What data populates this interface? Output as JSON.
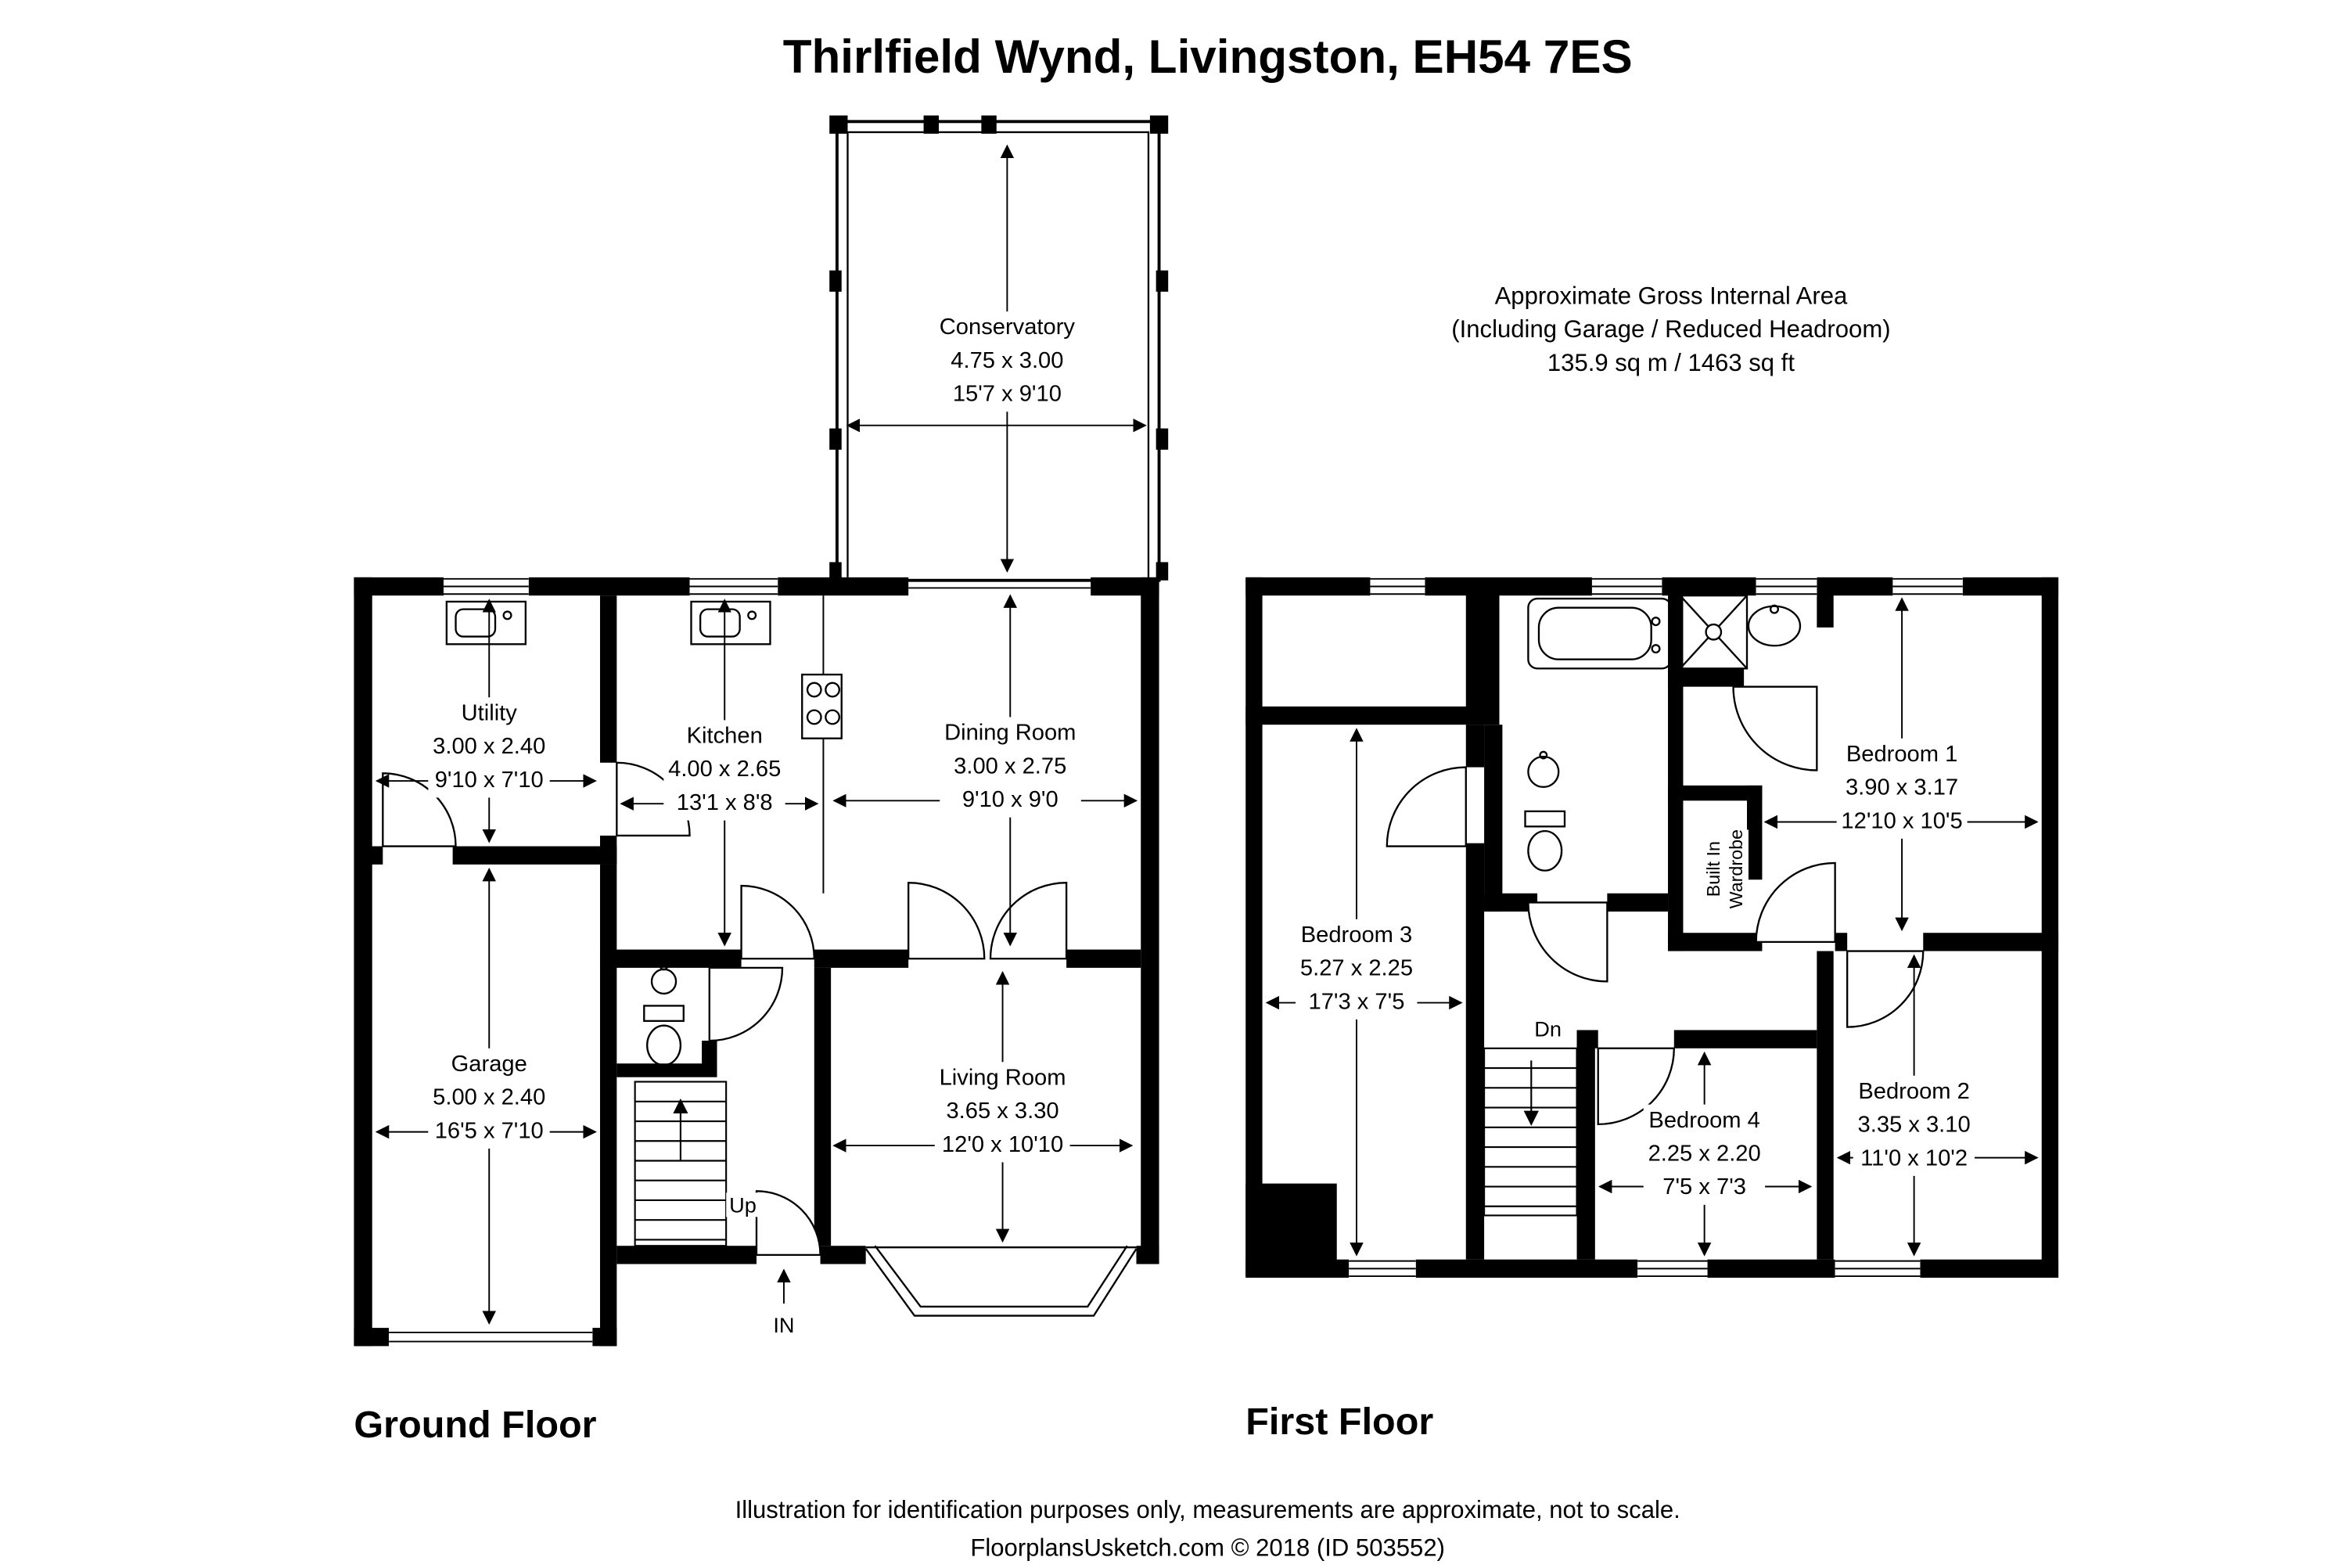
{
  "title": "Thirlfield Wynd, Livingston, EH54 7ES",
  "area_note": {
    "line1": "Approximate Gross Internal Area",
    "line2": "(Including Garage / Reduced Headroom)",
    "line3": "135.9 sq m / 1463 sq ft"
  },
  "ground_floor": {
    "label": "Ground Floor",
    "rooms": [
      {
        "name": "Conservatory",
        "metric": "4.75 x 3.00",
        "imperial": "15'7 x 9'10"
      },
      {
        "name": "Utility",
        "metric": "3.00 x 2.40",
        "imperial": "9'10 x 7'10"
      },
      {
        "name": "Kitchen",
        "metric": "4.00 x 2.65",
        "imperial": "13'1 x 8'8"
      },
      {
        "name": "Dining Room",
        "metric": "3.00 x 2.75",
        "imperial": "9'10 x 9'0"
      },
      {
        "name": "Garage",
        "metric": "5.00 x 2.40",
        "imperial": "16'5 x 7'10"
      },
      {
        "name": "Living Room",
        "metric": "3.65 x 3.30",
        "imperial": "12'0 x 10'10"
      }
    ],
    "stairs_label": "Up",
    "entrance_label": "IN"
  },
  "first_floor": {
    "label": "First Floor",
    "rooms": [
      {
        "name": "Bedroom 1",
        "metric": "3.90 x 3.17",
        "imperial": "12'10 x 10'5"
      },
      {
        "name": "Bedroom 3",
        "metric": "5.27 x 2.25",
        "imperial": "17'3 x 7'5"
      },
      {
        "name": "Bedroom 2",
        "metric": "3.35 x 3.10",
        "imperial": "11'0 x 10'2"
      },
      {
        "name": "Bedroom 4",
        "metric": "2.25 x 2.20",
        "imperial": "7'5 x 7'3"
      }
    ],
    "wardrobe_label": {
      "line1": "Built In",
      "line2": "Wardrobe"
    },
    "stairs_label": "Dn"
  },
  "footer": {
    "line1": "Illustration for identification purposes only, measurements are approximate, not to scale.",
    "line2": "FloorplansUsketch.com © 2018 (ID 503552)"
  },
  "colors": {
    "wall": "#000000",
    "background": "#ffffff"
  }
}
